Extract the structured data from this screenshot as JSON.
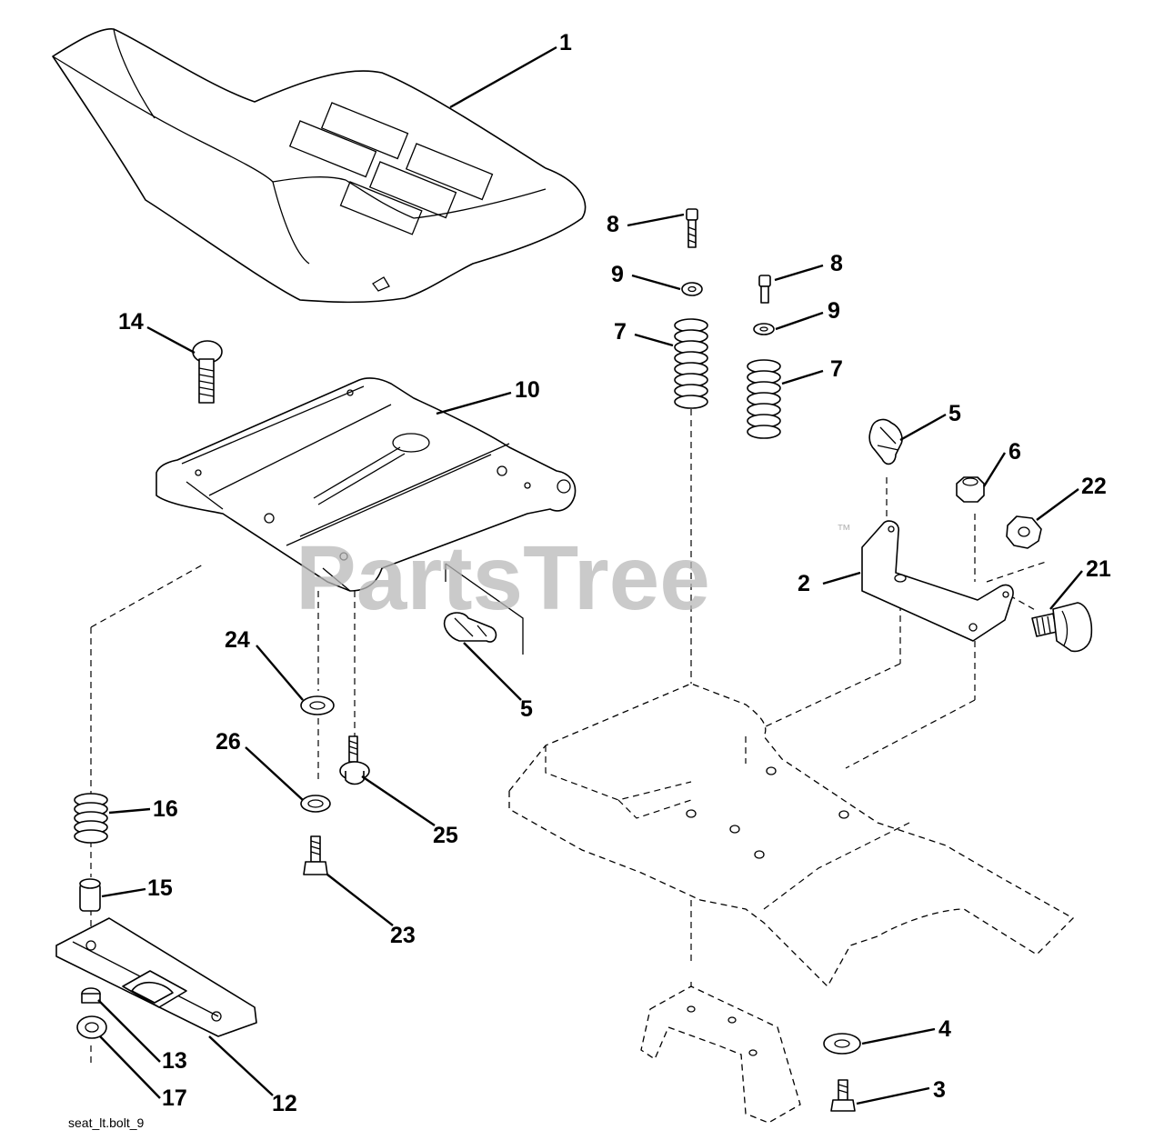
{
  "diagram": {
    "filename": "seat_lt.bolt_9",
    "watermark": "PartsTree",
    "watermark_mark": "™",
    "callouts": [
      "1",
      "8",
      "9",
      "8",
      "9",
      "7",
      "7",
      "14",
      "10",
      "5",
      "6",
      "22",
      "21",
      "2",
      "5",
      "24",
      "26",
      "25",
      "16",
      "23",
      "15",
      "13",
      "12",
      "17",
      "4",
      "3"
    ]
  }
}
